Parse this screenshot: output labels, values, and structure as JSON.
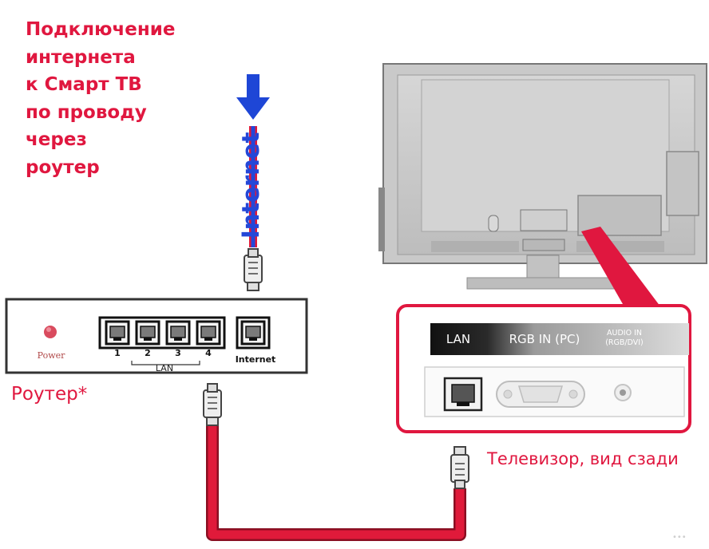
{
  "title_lines": [
    "Подключение",
    "интернета",
    "к Смарт ТВ",
    "по проводу",
    "через",
    "роутер"
  ],
  "cable_label": "Internet",
  "router": {
    "caption": "Роутер*",
    "power_label": "Power",
    "lan_ports": [
      "1",
      "2",
      "3",
      "4"
    ],
    "lan_label": "LAN",
    "internet_port_label": "Internet"
  },
  "tv": {
    "caption": "Телевизор, вид сзади",
    "panel_labels": {
      "lan": "LAN",
      "rgb": "RGB IN (PC)",
      "audio_line1": "AUDIO IN",
      "audio_line2": "(RGB/DVI)"
    }
  },
  "watermark": "•••",
  "colors": {
    "accent_red": "#e0173f",
    "internet_blue": "#2447d8",
    "lan_cable_red": "#e01a3a"
  },
  "icons": [
    "arrow-down-icon",
    "rj45-plug-icon",
    "power-led-icon",
    "ethernet-port-icon",
    "vga-port-icon",
    "audio-jack-icon"
  ]
}
